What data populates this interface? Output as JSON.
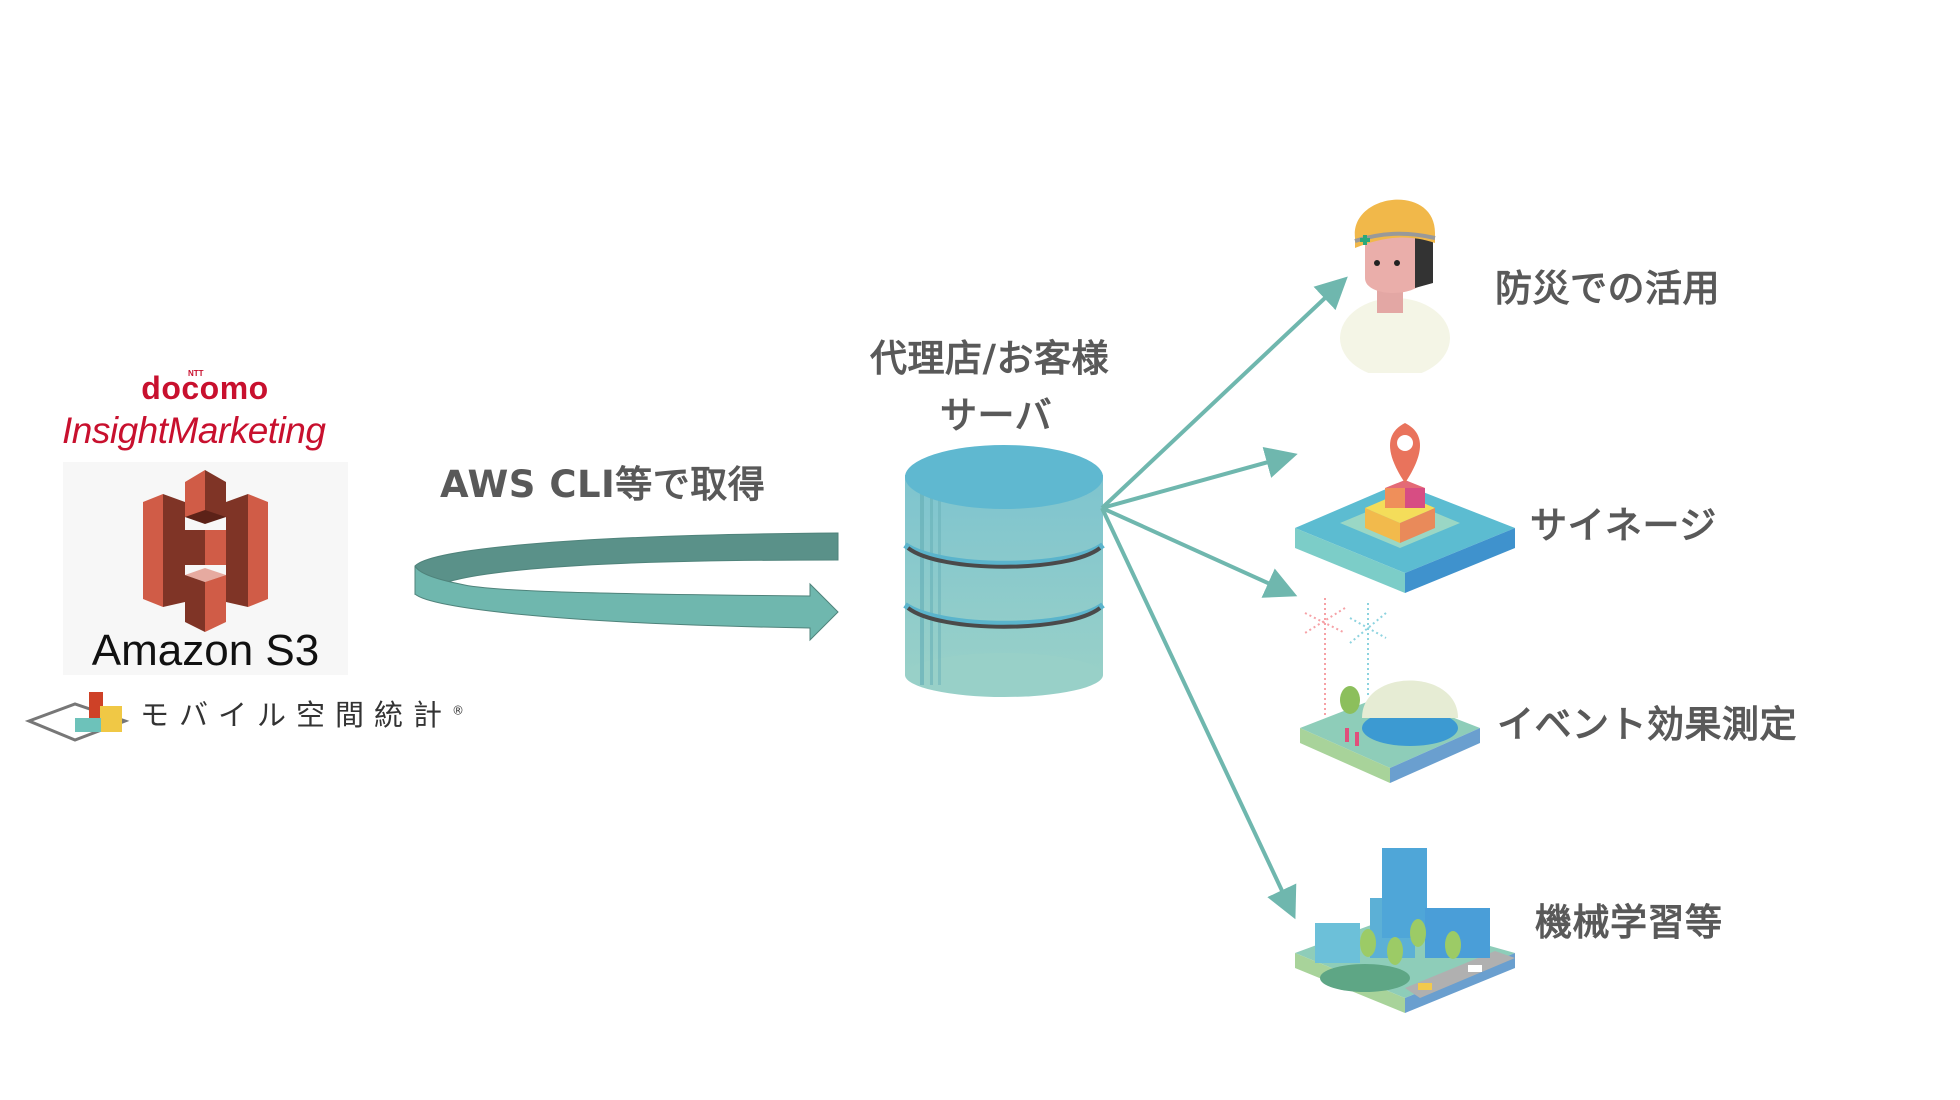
{
  "source": {
    "brand_top": "docomo",
    "brand_top_prefix": "NTT",
    "brand_product": "InsightMarketing",
    "storage_label": "Amazon S3",
    "dataset_label": "モバイル空間統計",
    "registered_mark": "®"
  },
  "transfer": {
    "label": "AWS CLI等で取得"
  },
  "server": {
    "title_line1": "代理店/お客様",
    "title_line2": "サーバ"
  },
  "use_cases": [
    {
      "label": "防災での活用",
      "icon": "hardhat-person-icon"
    },
    {
      "label": "サイネージ",
      "icon": "map-pin-city-icon"
    },
    {
      "label": "イベント効果測定",
      "icon": "dome-fireworks-icon"
    },
    {
      "label": "機械学習等",
      "icon": "city-buildings-icon"
    }
  ],
  "colors": {
    "text": "#595959",
    "brand_red": "#c8102e",
    "arrow_teal": "#6fb7ae",
    "arrow_teal_dark": "#5a9189",
    "s3_orange": "#d05c47"
  }
}
